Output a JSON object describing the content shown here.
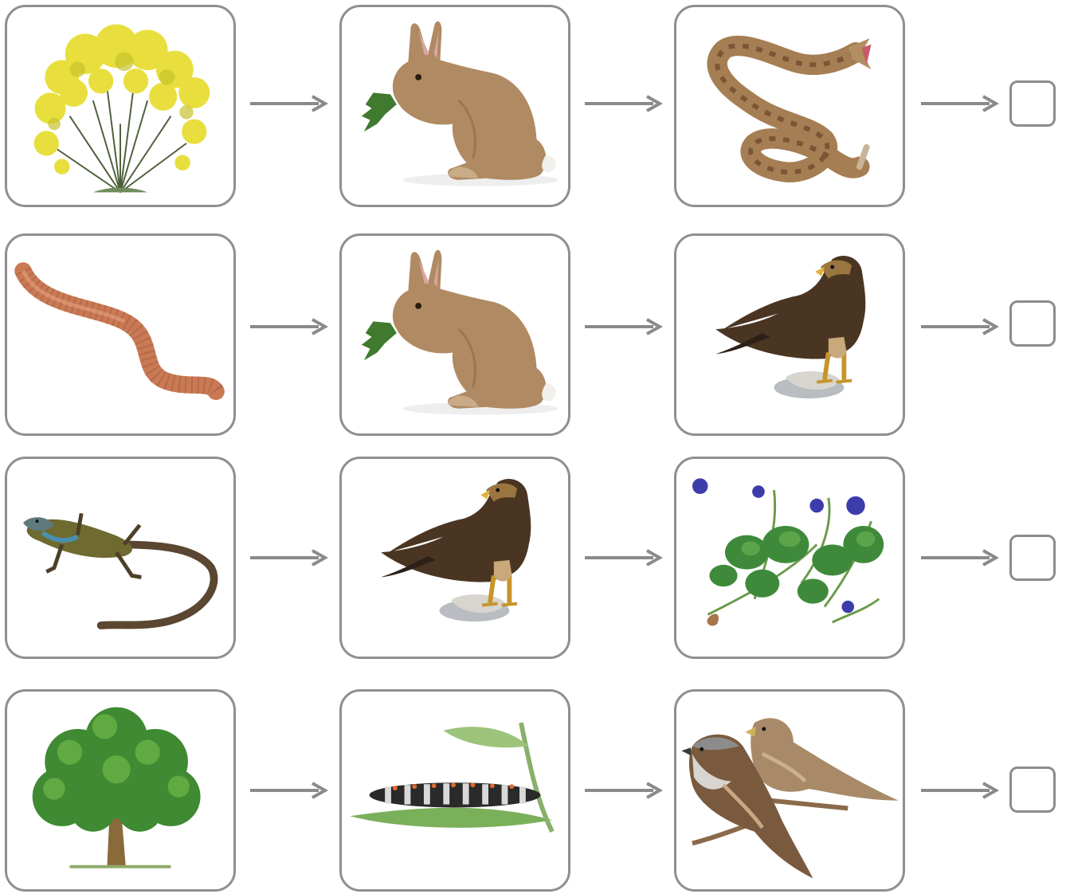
{
  "rows": [
    {
      "cards": [
        "shrub-illustration",
        "rabbit-illustration",
        "rattlesnake-illustration"
      ]
    },
    {
      "cards": [
        "earthworm-illustration",
        "rabbit-illustration",
        "eagle-illustration"
      ]
    },
    {
      "cards": [
        "lizard-illustration",
        "eagle-illustration",
        "violet-plant-illustration"
      ]
    },
    {
      "cards": [
        "tree-illustration",
        "caterpillar-illustration",
        "sparrows-illustration"
      ]
    }
  ],
  "colors": {
    "card_border": "#8f8f8f",
    "arrow": "#8a8a8a",
    "checkbox_border": "#8c8c8c"
  }
}
